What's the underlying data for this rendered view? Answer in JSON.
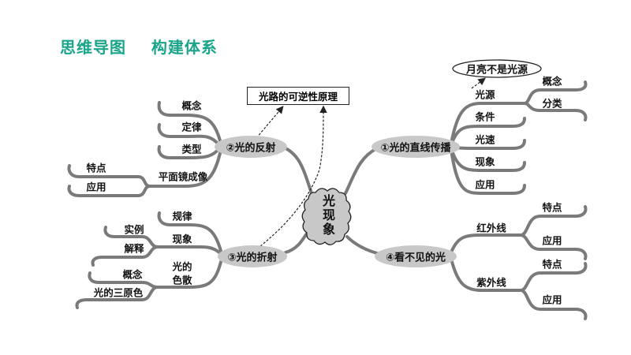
{
  "header": {
    "title": "思维导图    构建体系"
  },
  "colors": {
    "title": "#1aa58a",
    "branch": "#7a7a7a",
    "node_fill": "#c8c8c8"
  },
  "center": {
    "label": "光现象"
  },
  "annotations": {
    "reversibility": "光路的可逆性原理",
    "moon": "月亮不是光源"
  },
  "reflection": {
    "label": "②光的反射",
    "children": [
      "概念",
      "定律",
      "类型",
      "平面镜成像"
    ],
    "mirror_children": [
      "特点",
      "应用"
    ]
  },
  "rectilinear": {
    "label": "①光的直线传播",
    "children": [
      "光源",
      "条件",
      "光速",
      "现象",
      "应用"
    ],
    "source_children": [
      "概念",
      "分类"
    ]
  },
  "refraction": {
    "label": "③光的折射",
    "children": [
      "规律",
      "现象",
      "光的",
      "色散"
    ],
    "phenomenon_children": [
      "实例",
      "解释"
    ],
    "dispersion_children": [
      "概念",
      "光的三原色"
    ]
  },
  "invisible": {
    "label": "④看不见的光",
    "children": [
      "红外线",
      "紫外线"
    ],
    "infrared_children": [
      "特点",
      "应用"
    ],
    "ultraviolet_children": [
      "特点",
      "应用"
    ]
  }
}
